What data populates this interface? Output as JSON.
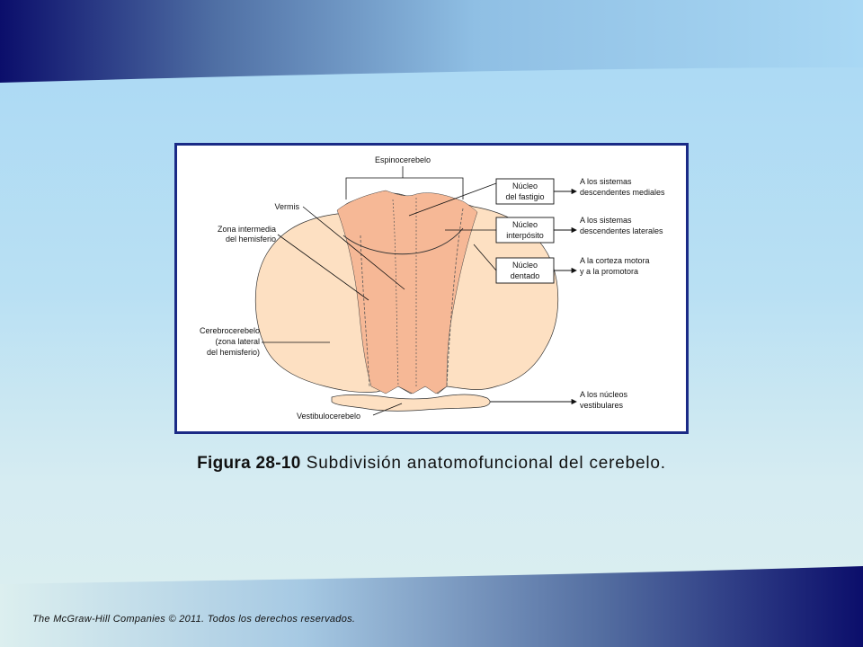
{
  "slide": {
    "figure_number": "Figura 28-10",
    "figure_caption": "Subdivisión anatomofuncional del cerebelo.",
    "footer": "The McGraw-Hill Companies © 2011. Todos los derechos reservados."
  },
  "diagram": {
    "top_label": "Espinocerebelo",
    "left_labels": {
      "vermis": "Vermis",
      "intermediate_1": "Zona intermedia",
      "intermediate_2": "del hemisferio",
      "cerebro_1": "Cerebrocerebelo",
      "cerebro_2": "(zona lateral",
      "cerebro_3": "del hemisferio)",
      "vestibulo": "Vestibulocerebelo"
    },
    "nuclei": [
      {
        "line1": "Núcleo",
        "line2": "del fastigio"
      },
      {
        "line1": "Núcleo",
        "line2": "interpósito"
      },
      {
        "line1": "Núcleo",
        "line2": "dentado"
      }
    ],
    "targets": [
      {
        "line1": "A los sistemas",
        "line2": "descendentes mediales"
      },
      {
        "line1": "A los sistemas",
        "line2": "descendentes laterales"
      },
      {
        "line1": "A la corteza motora",
        "line2": "y a la promotora"
      },
      {
        "line1": "A los núcleos",
        "line2": "vestibulares"
      }
    ],
    "colors": {
      "hemisphere": "#fde0c2",
      "vermis_zone": "#f6b896",
      "frame": "#1a2a86",
      "banner_dark": "#0b0e6b"
    }
  }
}
